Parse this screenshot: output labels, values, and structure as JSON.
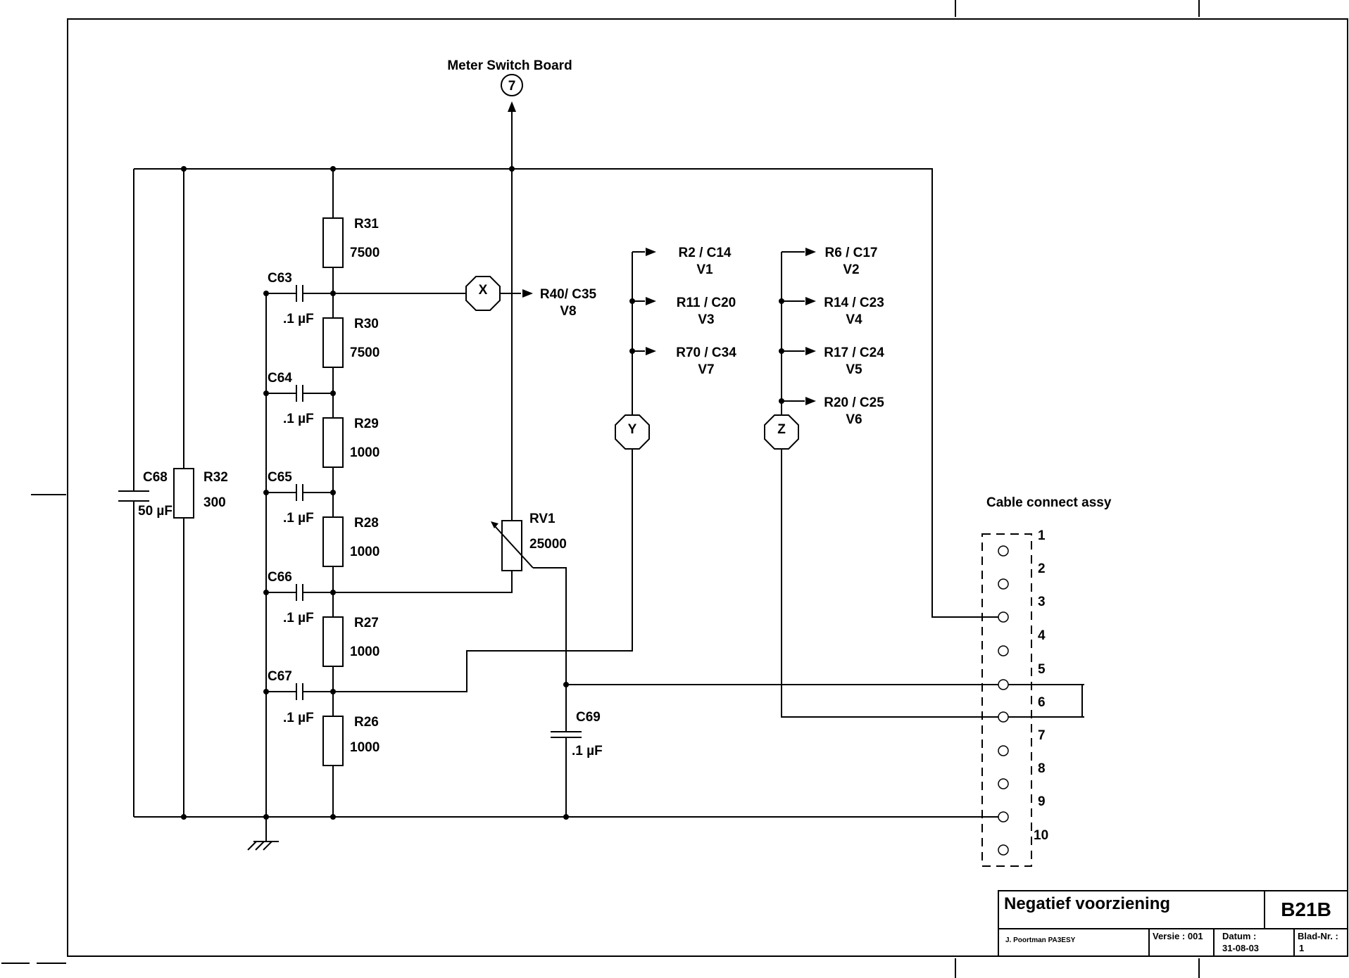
{
  "meter_switch_board": {
    "label": "Meter Switch Board",
    "connector": "7"
  },
  "resistors": [
    {
      "ref": "R31",
      "value": "7500"
    },
    {
      "ref": "R30",
      "value": "7500"
    },
    {
      "ref": "R29",
      "value": "1000"
    },
    {
      "ref": "R28",
      "value": "1000"
    },
    {
      "ref": "R27",
      "value": "1000"
    },
    {
      "ref": "R26",
      "value": "1000"
    }
  ],
  "r32": {
    "ref": "R32",
    "value": "300"
  },
  "c68": {
    "ref": "C68",
    "value": "50 µF"
  },
  "caps": [
    {
      "ref": "C63",
      "value": ".1 µF"
    },
    {
      "ref": "C64",
      "value": ".1 µF"
    },
    {
      "ref": "C65",
      "value": ".1 µF"
    },
    {
      "ref": "C66",
      "value": ".1 µF"
    },
    {
      "ref": "C67",
      "value": ".1 µF"
    }
  ],
  "c69": {
    "ref": "C69",
    "value": ".1 µF"
  },
  "rv1": {
    "ref": "RV1",
    "value": "25000"
  },
  "hub_x": {
    "label": "X",
    "dest_line1": "R40/ C35",
    "dest_line2": "V8"
  },
  "hub_y": {
    "label": "Y",
    "outputs": [
      {
        "line1": "R2 / C14",
        "line2": "V1"
      },
      {
        "line1": "R11 / C20",
        "line2": "V3"
      },
      {
        "line1": "R70 / C34",
        "line2": "V7"
      }
    ]
  },
  "hub_z": {
    "label": "Z",
    "outputs": [
      {
        "line1": "R6 / C17",
        "line2": "V2"
      },
      {
        "line1": "R14 / C23",
        "line2": "V4"
      },
      {
        "line1": "R17 / C24",
        "line2": "V5"
      },
      {
        "line1": "R20 / C25",
        "line2": "V6"
      }
    ]
  },
  "cable_connector": {
    "title": "Cable connect assy",
    "pins": [
      "1",
      "2",
      "3",
      "4",
      "5",
      "6",
      "7",
      "8",
      "9",
      "10"
    ]
  },
  "title_block": {
    "title": "Negatief voorziening",
    "code": "B21B",
    "author": "J. Poortman   PA3ESY",
    "version_label": "Versie : 001",
    "date_label": "Datum :",
    "date_value": "31-08-03",
    "sheet_label": "Blad-Nr. :",
    "sheet_value": "1"
  }
}
